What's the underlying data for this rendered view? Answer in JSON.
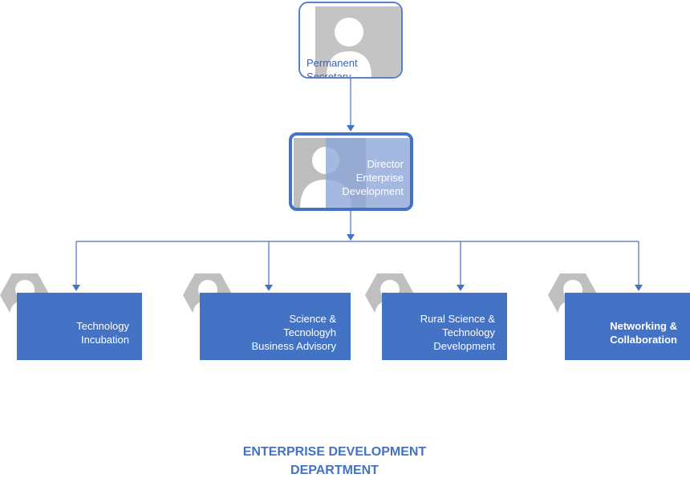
{
  "top": {
    "title": "Permanent\nSecretary"
  },
  "director": {
    "title": "Director\nEnterprise\nDevelopment"
  },
  "units": [
    {
      "title": "Technology\nIncubation",
      "bold": false
    },
    {
      "title": "Science &\nTecnologyh\nBusiness Advisory",
      "bold": false
    },
    {
      "title": "Rural Science &\nTechnology\nDevelopment",
      "bold": false
    },
    {
      "title": "Networking &\nCollaboration",
      "bold": true
    }
  ],
  "footer": {
    "title": "ENTERPRISE DEVELOPMENT\nDEPARTMENT"
  },
  "colors": {
    "accent": "#4472c4",
    "connector": "#4472c4",
    "photo": "#c0c0c0",
    "text_on_box": "#ffffff"
  },
  "icons": {
    "person": "person-placeholder-icon",
    "arrow": "arrowhead-icon"
  }
}
